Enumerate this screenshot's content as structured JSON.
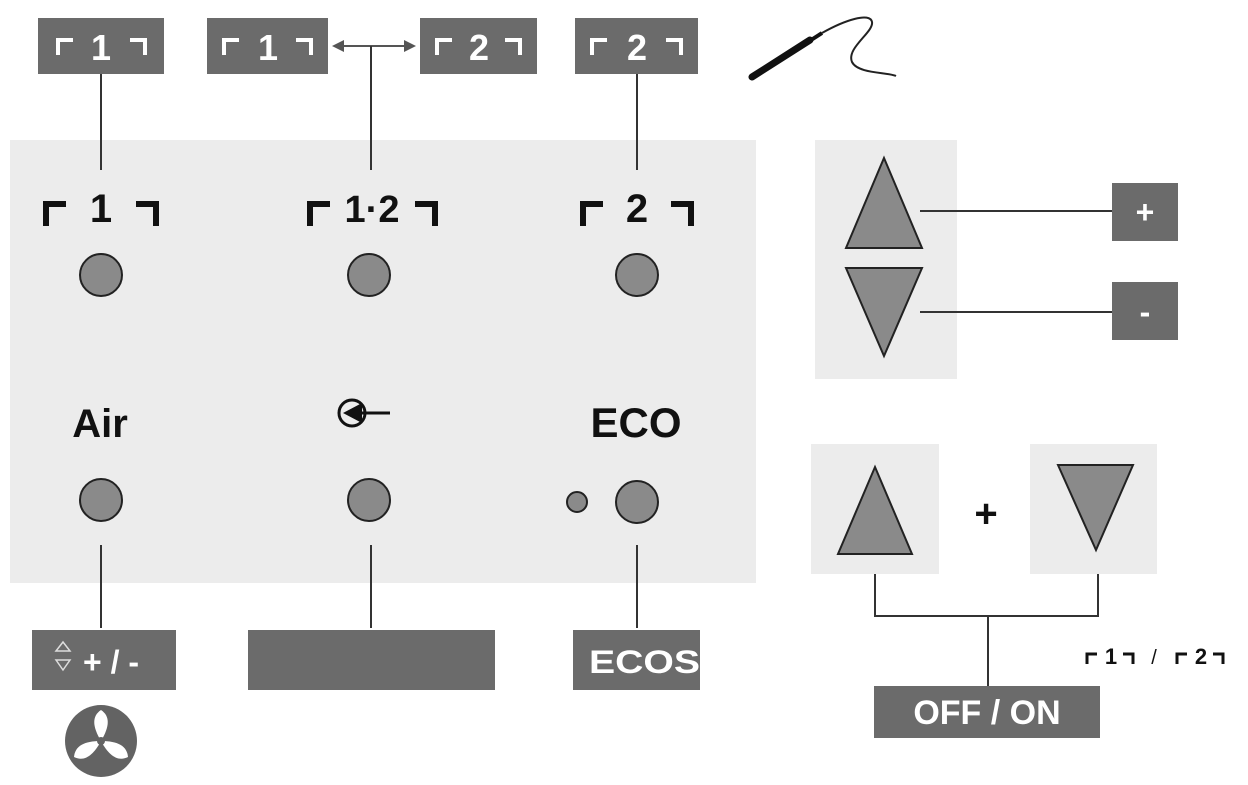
{
  "top_tags": {
    "zone1": "1",
    "link_left": "1",
    "link_right": "2",
    "zone2": "2"
  },
  "panel": {
    "zone1_label": "1",
    "zone12_label": "1·2",
    "zone2_label": "2",
    "air_label": "Air",
    "eco_label": "ECO"
  },
  "bottom_tags": {
    "air_action": "+ / -",
    "eco_action": "ECOS"
  },
  "side": {
    "plus_tag": "+",
    "minus_tag": "-",
    "combo_plus": "+",
    "zone_note_1": "1",
    "zone_note_sep": "/",
    "zone_note_2": "2",
    "off_on": "OFF / ON"
  },
  "colors": {
    "tag_bg": "#6b6b6b",
    "panel_bg": "#ececec",
    "button_fill": "#8a8a8a",
    "line": "#333333"
  }
}
